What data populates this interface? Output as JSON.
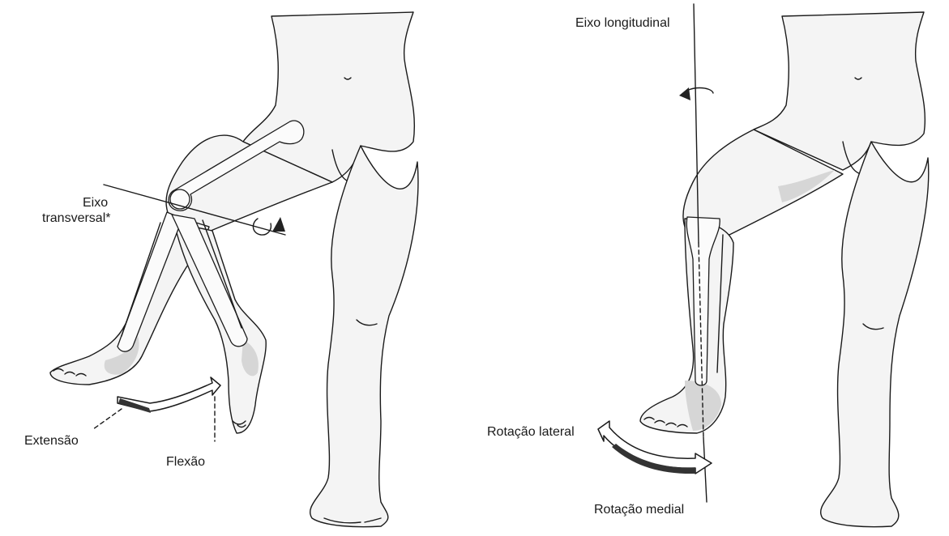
{
  "left_panel": {
    "axis_label_line1": "Eixo",
    "axis_label_line2": "transversal*",
    "extension_label": "Extensão",
    "flexion_label": "Flexão"
  },
  "right_panel": {
    "axis_label": "Eixo longitudinal",
    "lateral_rotation_label": "Rotação lateral",
    "medial_rotation_label": "Rotação medial"
  },
  "colors": {
    "ink": "#1a1a1a",
    "shading": "#d6d6d6",
    "arrow": "#333333"
  }
}
